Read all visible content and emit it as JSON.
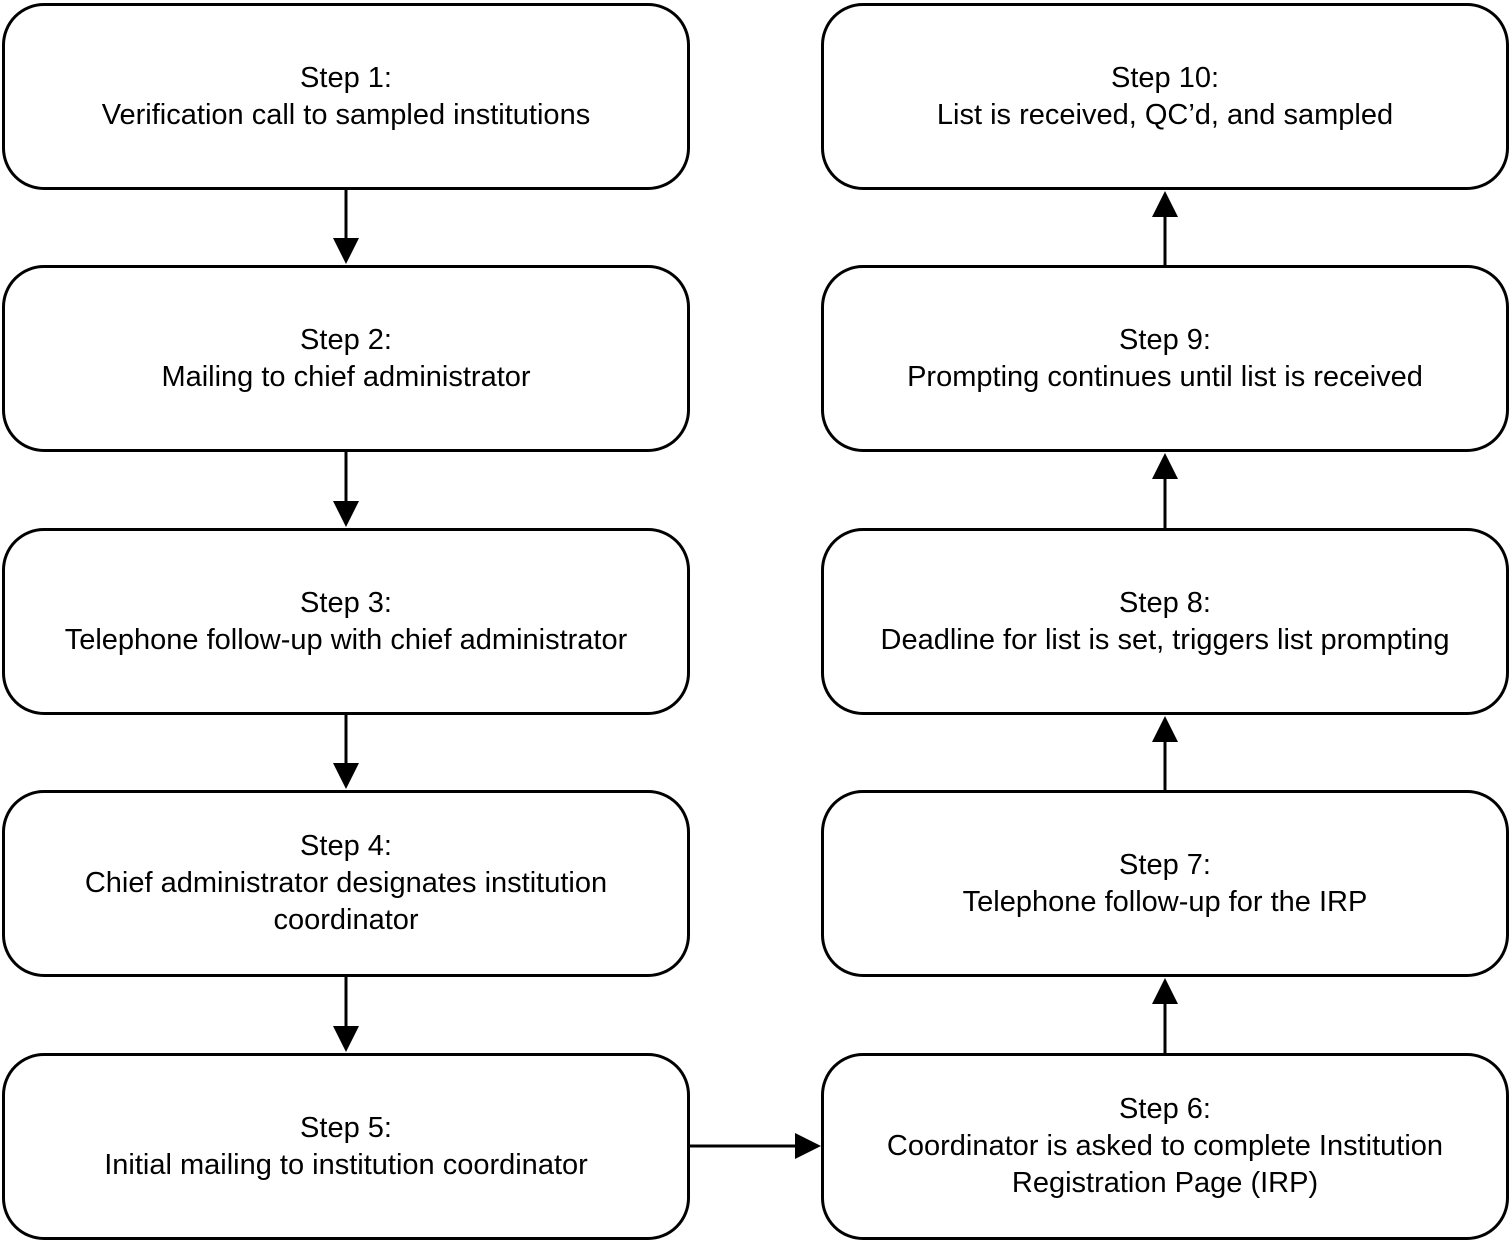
{
  "steps": [
    {
      "label": "Step 1:",
      "text": "Verification call to sampled institutions"
    },
    {
      "label": "Step 2:",
      "text": "Mailing to chief administrator"
    },
    {
      "label": "Step 3:",
      "text": "Telephone follow-up with chief administrator"
    },
    {
      "label": "Step 4:",
      "text": "Chief administrator designates institution coordinator"
    },
    {
      "label": "Step 5:",
      "text": "Initial mailing to institution coordinator"
    },
    {
      "label": "Step 6:",
      "text": "Coordinator is asked to complete Institution Registration Page (IRP)"
    },
    {
      "label": "Step 7:",
      "text": "Telephone follow-up for the IRP"
    },
    {
      "label": "Step 8:",
      "text": "Deadline for list is set, triggers list prompting"
    },
    {
      "label": "Step 9:",
      "text": "Prompting continues until list is received"
    },
    {
      "label": "Step 10:",
      "text": "List is received, QC’d, and sampled"
    }
  ],
  "colors": {
    "stroke": "#000000",
    "fill": "#ffffff"
  }
}
